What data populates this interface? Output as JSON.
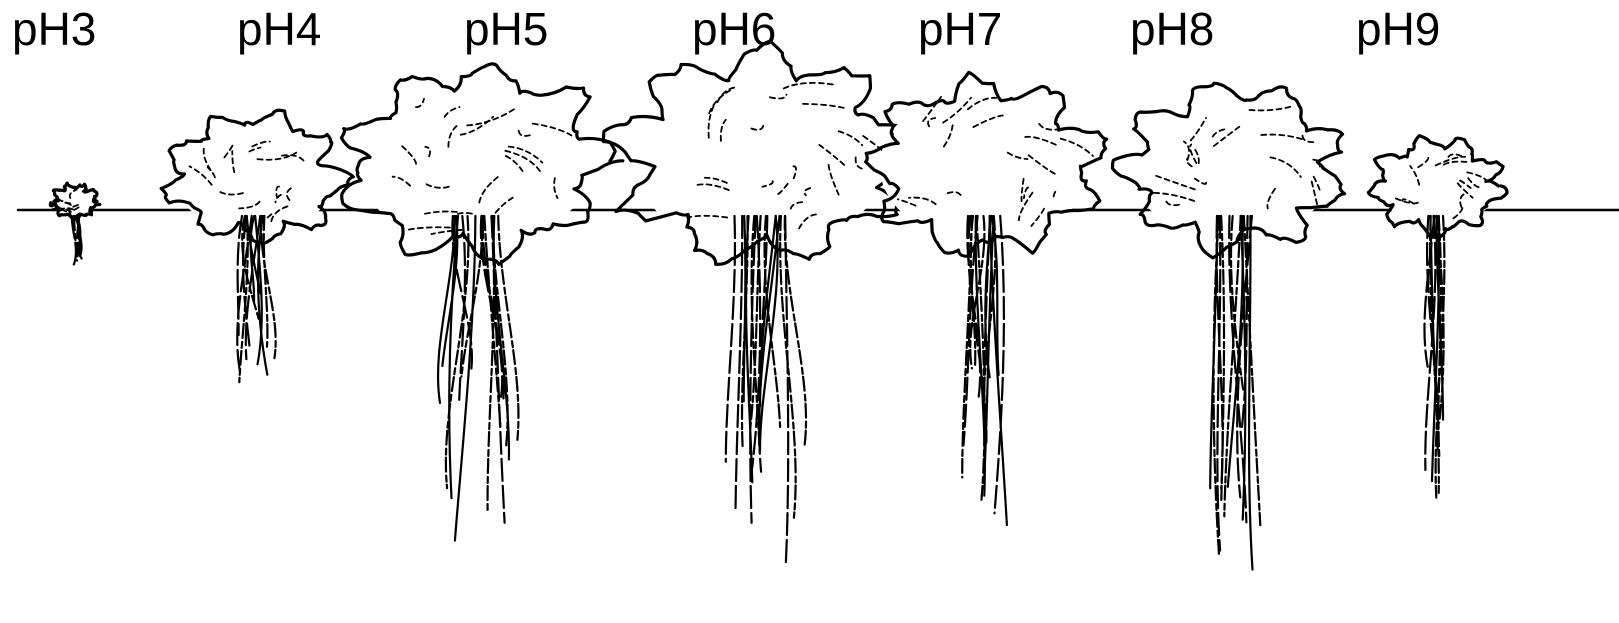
{
  "figure": {
    "labels": [
      "pH3",
      "pH4",
      "pH5",
      "pH6",
      "pH7",
      "pH8",
      "pH9"
    ],
    "plants": [
      {
        "label": "pH3",
        "shoot_size": 0.12,
        "root_length": 0.14
      },
      {
        "label": "pH4",
        "shoot_size": 0.62,
        "root_length": 0.45
      },
      {
        "label": "pH5",
        "shoot_size": 0.92,
        "root_length": 0.86
      },
      {
        "label": "pH6",
        "shoot_size": 1.0,
        "root_length": 0.95
      },
      {
        "label": "pH7",
        "shoot_size": 0.82,
        "root_length": 0.85
      },
      {
        "label": "pH8",
        "shoot_size": 0.78,
        "root_length": 1.0
      },
      {
        "label": "pH9",
        "shoot_size": 0.45,
        "root_length": 0.75
      }
    ],
    "colors": {
      "ink": "#000000",
      "background": "#ffffff"
    }
  }
}
